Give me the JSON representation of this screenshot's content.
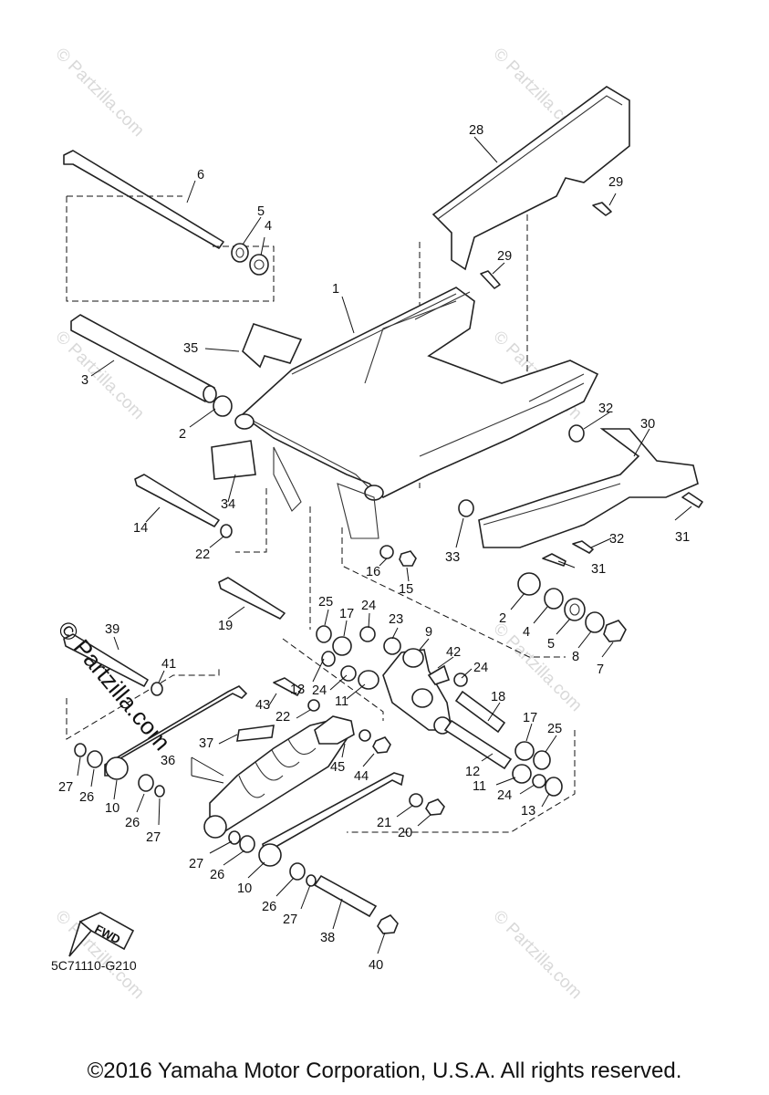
{
  "diagram": {
    "code": "5C71110-G210",
    "fwd_label": "FWD",
    "watermark": "© Partzilla.com",
    "copyright": "©2016 Yamaha Motor Corporation, U.S.A. All rights reserved."
  },
  "callouts": [
    "1",
    "2",
    "3",
    "4",
    "5",
    "6",
    "7",
    "8",
    "9",
    "10",
    "11",
    "12",
    "13",
    "14",
    "15",
    "16",
    "17",
    "18",
    "19",
    "20",
    "21",
    "22",
    "23",
    "24",
    "25",
    "26",
    "27",
    "28",
    "29",
    "30",
    "31",
    "32",
    "33",
    "34",
    "35",
    "36",
    "37",
    "38",
    "39",
    "40",
    "41",
    "42",
    "43",
    "44",
    "45"
  ]
}
